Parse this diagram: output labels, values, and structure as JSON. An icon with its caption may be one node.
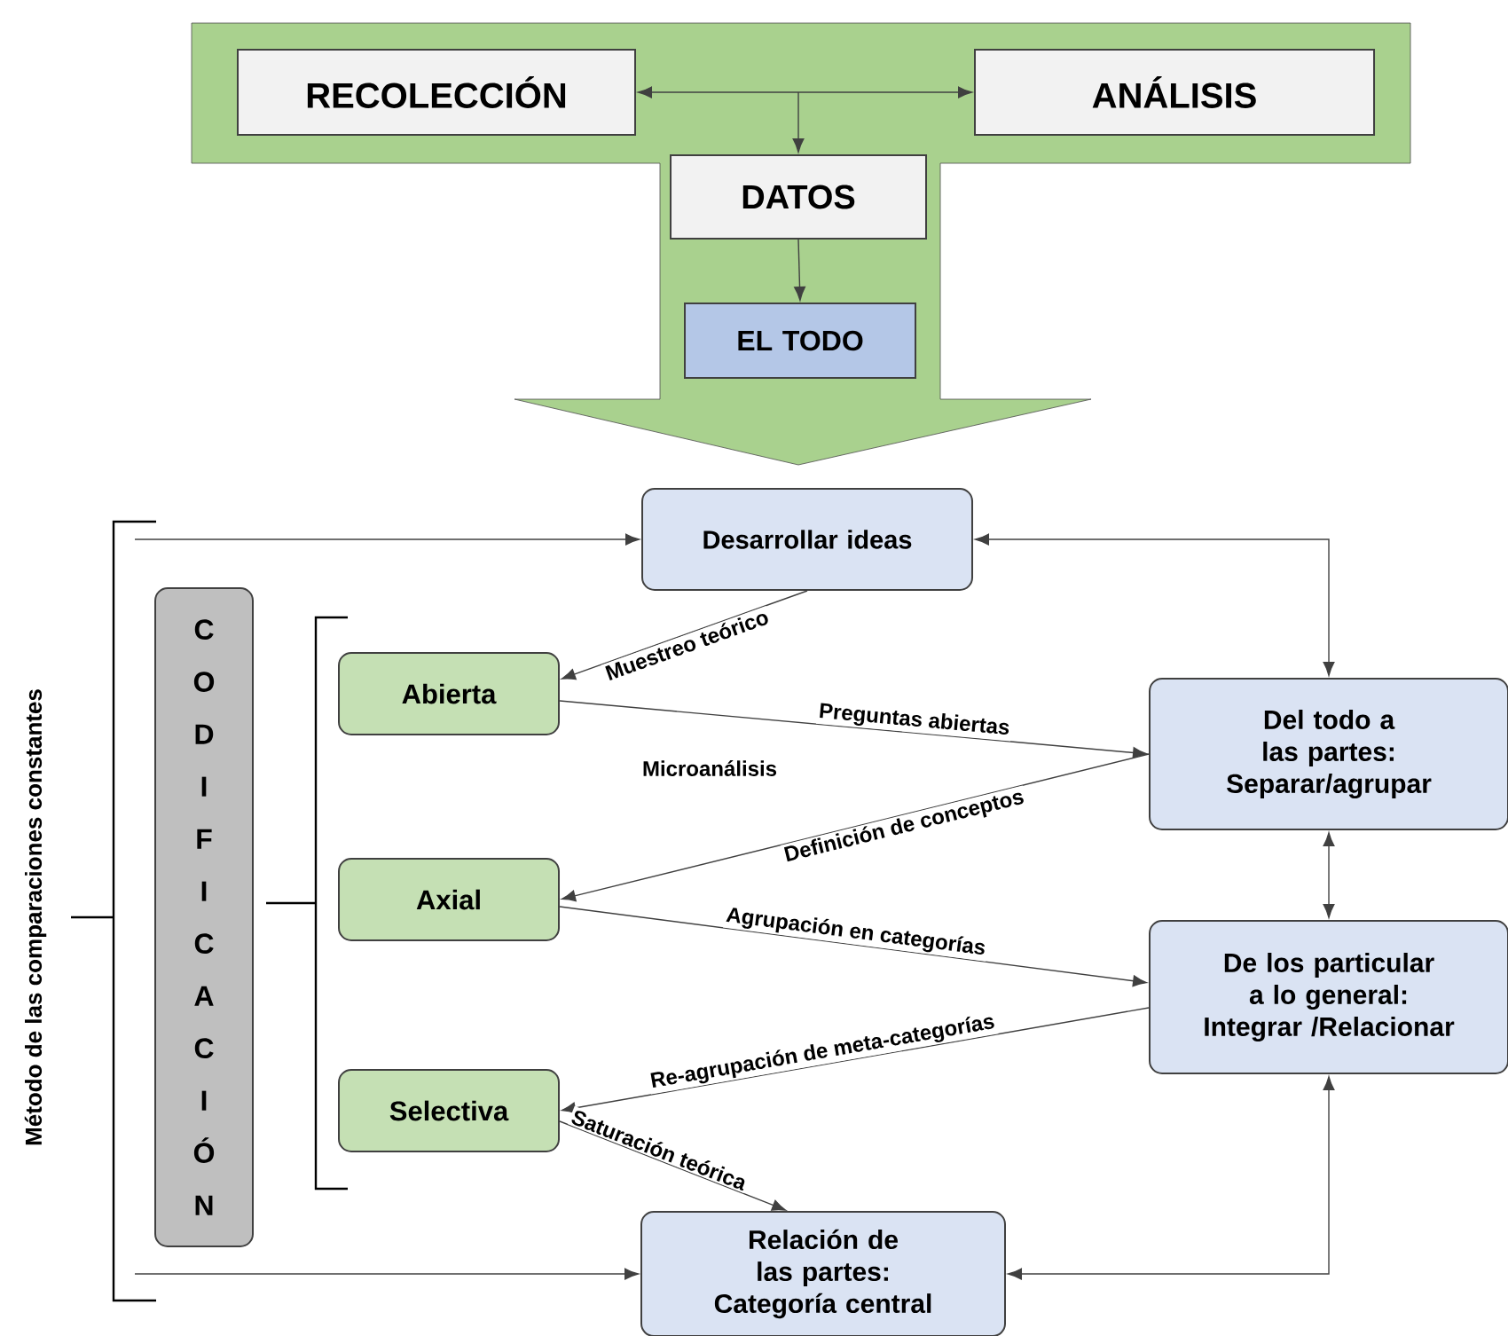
{
  "diagram": {
    "nodes": [
      {
        "text": [],
        "shape": "arrow"
      },
      {
        "text": [
          "RECOLECCIÓN"
        ],
        "in": 0
      },
      {
        "text": [
          "ANÁLISIS"
        ],
        "in": 0
      },
      {
        "text": [
          "DATOS"
        ],
        "in": 0
      },
      {
        "text": [
          "EL TODO"
        ],
        "in": 0
      },
      {
        "text": [
          "Desarrollar ideas"
        ]
      },
      {
        "text": [
          "CODIFICACIÓN"
        ]
      },
      {
        "text": [
          "Abierta"
        ]
      },
      {
        "text": [
          "Axial"
        ]
      },
      {
        "text": [
          "Selectiva"
        ]
      },
      {
        "text": [
          "Del todo a las partes: Separar/agrupar"
        ]
      },
      {
        "text": [
          "De los particular a lo general: Integrar /Relacionar"
        ]
      },
      {
        "text": [
          "Relación de las partes: Categoría central"
        ]
      },
      {
        "text": [],
        "shape": "bracket"
      }
    ],
    "edges": [
      {
        "from": 1,
        "to": 2,
        "arrow": "both"
      },
      {
        "from": null,
        "to": 3,
        "arrow": "to"
      },
      {
        "from": 3,
        "to": 4,
        "arrow": "to"
      },
      {
        "from": 13,
        "to": 5,
        "arrow": "to"
      },
      {
        "from": 13,
        "to": 12,
        "arrow": "to"
      },
      {
        "from": 5,
        "to": 7,
        "arrow": "to",
        "label": "Muestreo teórico"
      },
      {
        "from": 7,
        "to": 10,
        "arrow": "to",
        "label": "Preguntas abiertas"
      },
      {
        "from": 10,
        "to": 8,
        "arrow": "to",
        "label": "Definición de conceptos"
      },
      {
        "from": 8,
        "to": 11,
        "arrow": "to",
        "label": "Agrupación  en categorías"
      },
      {
        "from": 11,
        "to": 9,
        "arrow": "to",
        "label": "Re-agrupación de meta-categorías"
      },
      {
        "from": 9,
        "to": 12,
        "arrow": "to",
        "label": "Saturación teórica"
      },
      {
        "from": 5,
        "to": 10,
        "arrow": "both"
      },
      {
        "from": 10,
        "to": 11,
        "arrow": "both"
      },
      {
        "from": 12,
        "to": 11,
        "arrow": "both"
      }
    ],
    "labels": [
      "Método de las comparaciones constantes",
      "Microanálisis"
    ]
  }
}
